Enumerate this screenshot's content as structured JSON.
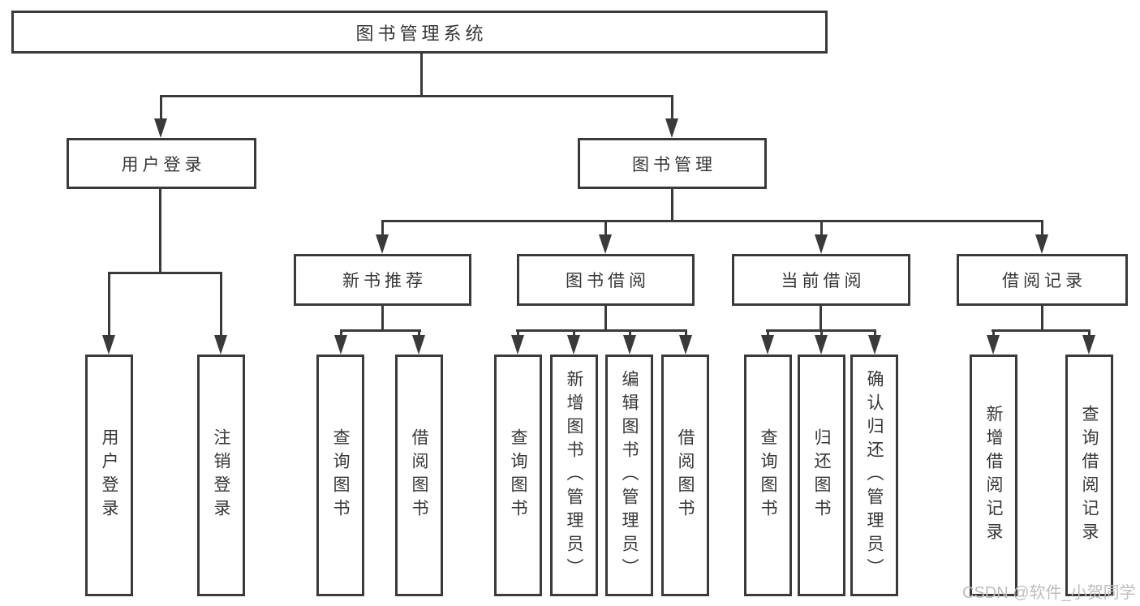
{
  "diagram": {
    "title": "图书管理系统",
    "nodes": {
      "root": "图书管理系统",
      "user_login": "用户登录",
      "book_mgmt": "图书管理",
      "new_book_rec": "新书推荐",
      "book_borrow": "图书借阅",
      "current_borrow": "当前借阅",
      "borrow_record": "借阅记录",
      "leaf_user_login": "用户登录",
      "leaf_logout": "注销登录",
      "leaf_rec_query": "查询图书",
      "leaf_rec_borrow": "借阅图书",
      "leaf_bb_query": "查询图书",
      "leaf_bb_add": "新增图书（管理员）",
      "leaf_bb_edit": "编辑图书（管理员）",
      "leaf_bb_borrow": "借阅图书",
      "leaf_cb_query": "查询图书",
      "leaf_cb_return": "归还图书",
      "leaf_cb_confirm": "确认归还（管理员）",
      "leaf_br_add": "新增借阅记录",
      "leaf_br_query": "查询借阅记录"
    }
  },
  "watermark": "CSDN @软件_小贺同学",
  "colors": {
    "line": "#3a3a3a",
    "text": "#363636",
    "background": "#ffffff",
    "watermark": "#bdbdbd"
  }
}
